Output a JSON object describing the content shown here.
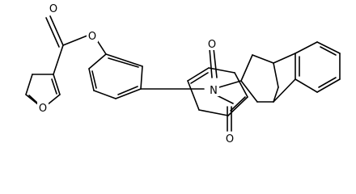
{
  "diagram": {
    "type": "chemical-structure",
    "atom_labels": {
      "furan_oxygen": "O",
      "carbonyl_oxygen": "O",
      "ester_oxygen": "O",
      "imide_oxygen_top": "O",
      "imide_oxygen_bottom": "O",
      "imide_nitrogen": "N"
    }
  }
}
